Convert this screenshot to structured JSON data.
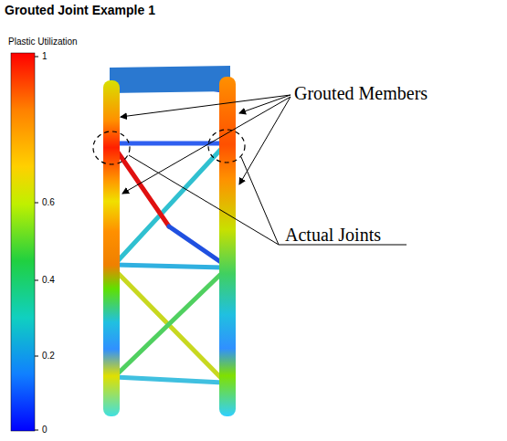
{
  "diagram": {
    "title": "Grouted Joint Example 1",
    "labels": [
      "Plastic Utilization",
      "1",
      "0.6",
      "0.4",
      "0.2",
      "0",
      "Grouted Members",
      "Actual Joints"
    ]
  }
}
